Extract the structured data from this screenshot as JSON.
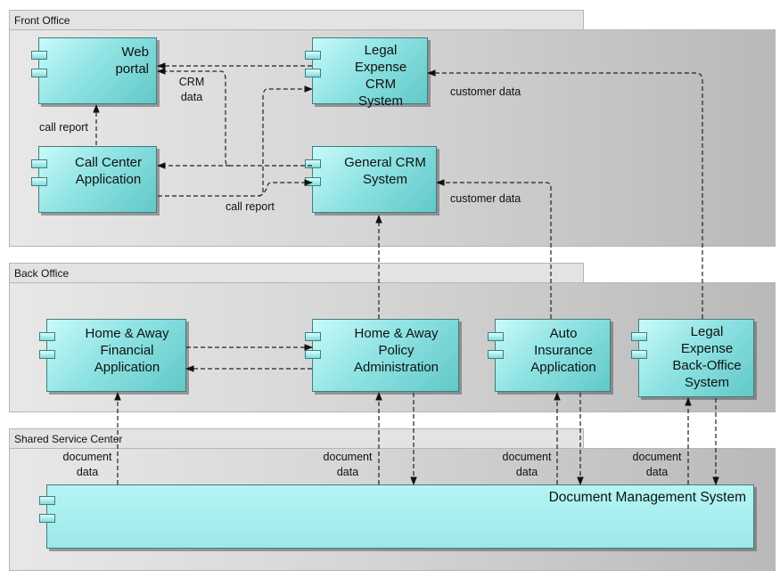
{
  "zones": {
    "front_office": "Front Office",
    "back_office": "Back Office",
    "shared_service_center": "Shared Service Center"
  },
  "components": {
    "web_portal": "Web\nportal",
    "legal_crm": "Legal\nExpense\nCRM System",
    "call_center": "Call Center\nApplication",
    "general_crm": "General CRM\nSystem",
    "ha_financial": "Home & Away\nFinancial\nApplication",
    "ha_policy": "Home & Away\nPolicy\nAdministration",
    "auto_insurance": "Auto\nInsurance\nApplication",
    "legal_backoffice": "Legal\nExpense\nBack-Office\nSystem",
    "dms": "Document Management System"
  },
  "flow_labels": {
    "crm_data": "CRM\ndata",
    "call_report_vertical": "call report",
    "customer_data_top": "customer data",
    "call_report_bottom": "call report",
    "customer_data_mid": "customer data",
    "document_data_1": "document\ndata",
    "document_data_2": "document\ndata",
    "document_data_3": "document\ndata",
    "document_data_4": "document\ndata"
  },
  "colors": {
    "component_fill": "#8fe3e3",
    "zone_fill": "#d6d6d6",
    "flow_line": "#222222"
  }
}
